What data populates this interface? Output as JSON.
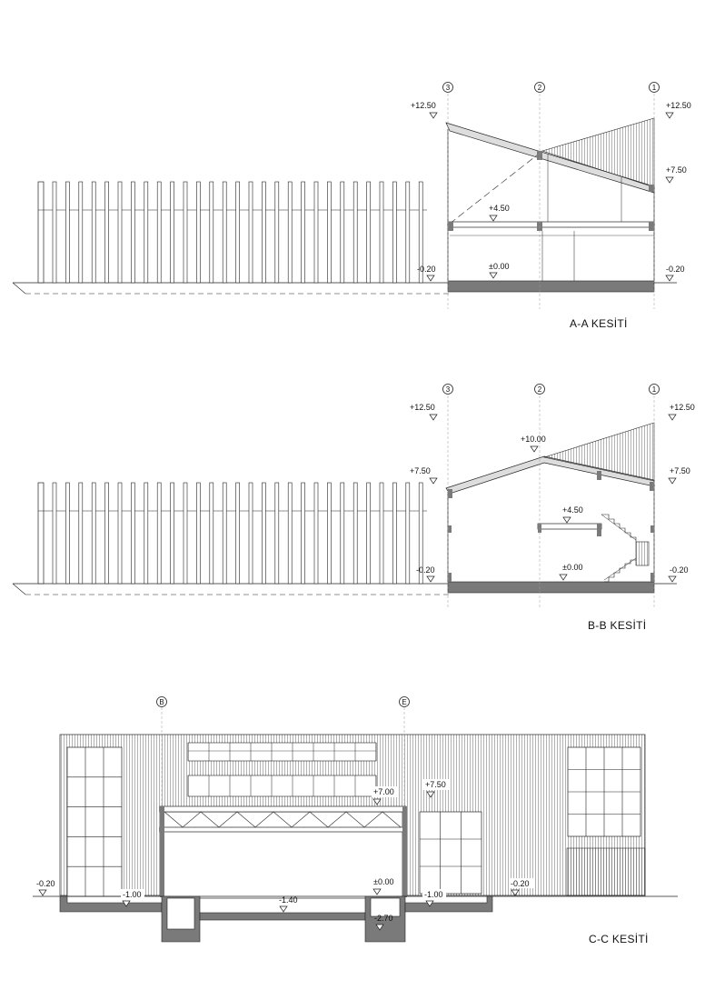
{
  "sections": [
    {
      "title": "A-A KESİTİ",
      "grid_axes": [
        "3",
        "2",
        "1"
      ],
      "levels": [
        "+12.50",
        "+12.50",
        "+7.50",
        "+4.50",
        "±0.00",
        "-0.20",
        "-0.20"
      ]
    },
    {
      "title": "B-B KESİTİ",
      "grid_axes": [
        "3",
        "2",
        "1"
      ],
      "levels": [
        "+12.50",
        "+12.50",
        "+10.00",
        "+7.50",
        "+7.50",
        "+4.50",
        "±0.00",
        "-0.20",
        "-0.20"
      ]
    },
    {
      "title": "C-C KESİTİ",
      "grid_axes": [
        "B",
        "E"
      ],
      "levels": [
        "+7.00",
        "+7.50",
        "±0.00",
        "-0.20",
        "-1.00",
        "-1.40",
        "-1.00",
        "-0.20",
        "-2.70"
      ]
    }
  ],
  "colors": {
    "line": "#222222",
    "slab_fill": "#7a7a7a",
    "light_line": "#999999"
  }
}
